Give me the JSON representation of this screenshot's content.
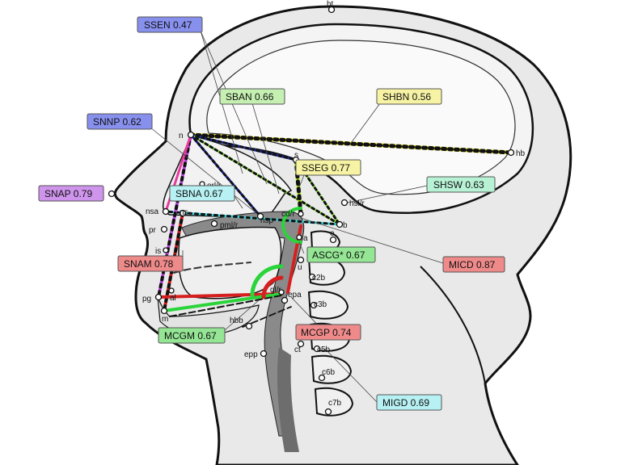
{
  "colors": {
    "blue": "#8890ee",
    "green_light": "#c5f0b2",
    "yellow": "#f6f3a4",
    "cyan": "#b7f1f3",
    "mint": "#b8f2d5",
    "violet": "#cf94ec",
    "red": "#ef8a8a",
    "green": "#94e594"
  },
  "labels": [
    {
      "key": "ssen",
      "text": "SSEN 0.47",
      "color": "blue"
    },
    {
      "key": "sban",
      "text": "SBAN 0.66",
      "color": "green_light"
    },
    {
      "key": "shbn",
      "text": "SHBN 0.56",
      "color": "yellow"
    },
    {
      "key": "snnp",
      "text": "SNNP 0.62",
      "color": "blue"
    },
    {
      "key": "sseg",
      "text": "SSEG 0.77",
      "color": "yellow"
    },
    {
      "key": "shsw",
      "text": "SHSW 0.63",
      "color": "mint"
    },
    {
      "key": "snap",
      "text": "SNAP 0.79",
      "color": "violet"
    },
    {
      "key": "sbna",
      "text": "SBNA 0.67",
      "color": "cyan"
    },
    {
      "key": "ascg",
      "text": "ASCG* 0.67",
      "color": "green"
    },
    {
      "key": "micd",
      "text": "MICD 0.87",
      "color": "red"
    },
    {
      "key": "snam",
      "text": "SNAM 0.78",
      "color": "red"
    },
    {
      "key": "mcgm",
      "text": "MCGM 0.67",
      "color": "green"
    },
    {
      "key": "mcgp",
      "text": "MCGP 0.74",
      "color": "red"
    },
    {
      "key": "migd",
      "text": "MIGD 0.69",
      "color": "cyan"
    }
  ],
  "points": [
    {
      "key": "ht",
      "text": "ht"
    },
    {
      "key": "n",
      "text": "n"
    },
    {
      "key": "hb",
      "text": "hb"
    },
    {
      "key": "s",
      "text": "s"
    },
    {
      "key": "orl",
      "text": "orl/r"
    },
    {
      "key": "hsl",
      "text": "hsl/r"
    },
    {
      "key": "b",
      "text": "b"
    },
    {
      "key": "t",
      "text": "t"
    },
    {
      "key": "nsa",
      "text": "nsa"
    },
    {
      "key": "ns",
      "text": "ns"
    },
    {
      "key": "nsp",
      "text": "nsp"
    },
    {
      "key": "cd",
      "text": "cd/r"
    },
    {
      "key": "pml",
      "text": "pml/r"
    },
    {
      "key": "pr",
      "text": "pr"
    },
    {
      "key": "o",
      "text": "o"
    },
    {
      "key": "a",
      "text": "a"
    },
    {
      "key": "is",
      "text": "is"
    },
    {
      "key": "ii",
      "text": "ii"
    },
    {
      "key": "u",
      "text": "u"
    },
    {
      "key": "c2b",
      "text": "c2b"
    },
    {
      "key": "pg",
      "text": "pg"
    },
    {
      "key": "al",
      "text": "al"
    },
    {
      "key": "gl",
      "text": "gl/r"
    },
    {
      "key": "epa",
      "text": "epa"
    },
    {
      "key": "c3b",
      "text": "c3b"
    },
    {
      "key": "m",
      "text": "m"
    },
    {
      "key": "hbb",
      "text": "hbb"
    },
    {
      "key": "ct",
      "text": "ct"
    },
    {
      "key": "c5b",
      "text": "c5b"
    },
    {
      "key": "epp",
      "text": "epp"
    },
    {
      "key": "c6b",
      "text": "c6b"
    },
    {
      "key": "c7b",
      "text": "c7b"
    }
  ]
}
